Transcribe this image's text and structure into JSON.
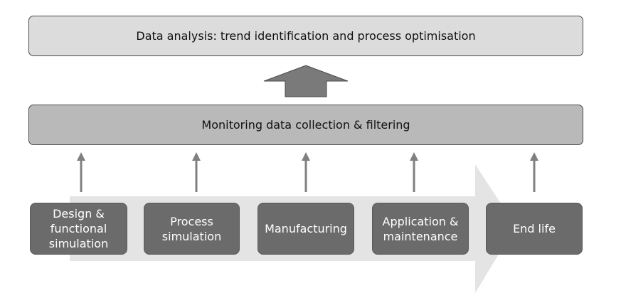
{
  "top": {
    "label": "Data analysis: trend identification and process optimisation"
  },
  "middle": {
    "label": "Monitoring data collection & filtering"
  },
  "stages": [
    {
      "label": "Design &\nfunctional\nsimulation"
    },
    {
      "label": "Process\nsimulation"
    },
    {
      "label": "Manufacturing"
    },
    {
      "label": "Application &\nmaintenance"
    },
    {
      "label": "End life"
    }
  ],
  "colors": {
    "top_box": "#dcdcdc",
    "middle_box": "#b9b9b9",
    "stage_box": "#6b6b6b",
    "lifecycle_arrow": "#e4e4e4",
    "connector_arrow": "#808080",
    "block_arrow": "#7a7a7a"
  }
}
